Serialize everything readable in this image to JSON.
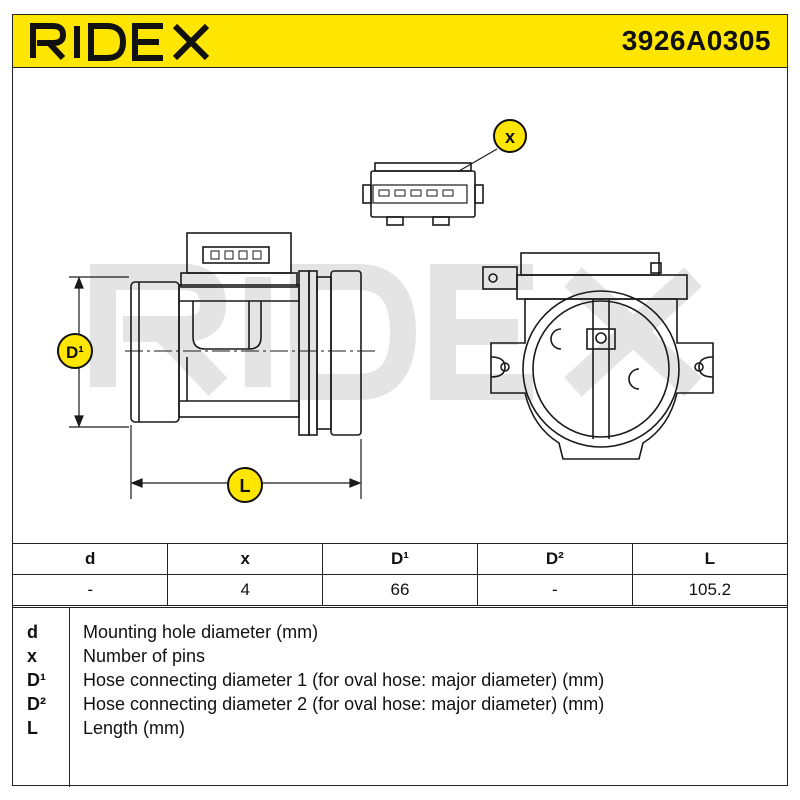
{
  "header": {
    "brand": "RIDEX",
    "part_number": "3926A0305",
    "colors": {
      "banner": "#ffe600",
      "text": "#111111"
    }
  },
  "drawing": {
    "watermark": "RIDEX",
    "callouts": {
      "pins": "x",
      "diameter": "D¹",
      "length": "L"
    },
    "callout_color": "#ffe600"
  },
  "table": {
    "headers": [
      "d",
      "x",
      "D¹",
      "D²",
      "L"
    ],
    "values": [
      "-",
      "4",
      "66",
      "-",
      "105.2"
    ]
  },
  "legend": [
    {
      "symbol": "d",
      "description": "Mounting hole diameter (mm)"
    },
    {
      "symbol": "x",
      "description": "Number of pins"
    },
    {
      "symbol": "D¹",
      "description": "Hose connecting diameter 1 (for oval hose: major diameter) (mm)"
    },
    {
      "symbol": "D²",
      "description": "Hose connecting diameter 2 (for oval hose: major diameter) (mm)"
    },
    {
      "symbol": "L",
      "description": "Length (mm)"
    }
  ]
}
